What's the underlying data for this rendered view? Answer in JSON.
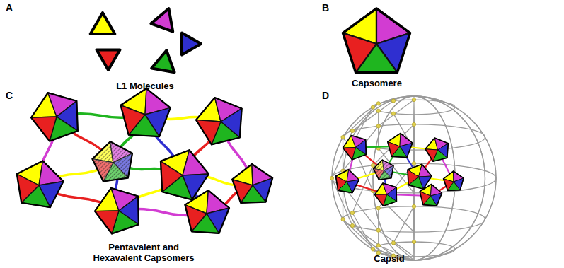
{
  "diagram": {
    "labels": [
      "A",
      "L1 Molecules",
      "B",
      "Capsomere",
      "C",
      "Pentavalent and Hexavalent Capsomers",
      "D",
      "Capsid"
    ]
  }
}
